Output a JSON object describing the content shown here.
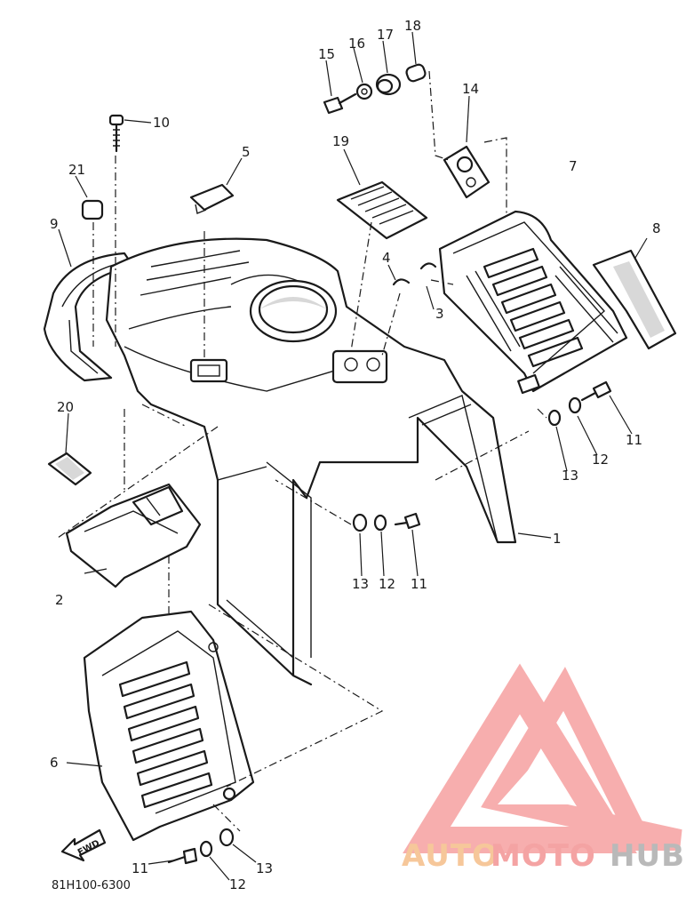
{
  "diagram": {
    "part_code": "81H100-6300",
    "direction_label": "FWD",
    "callouts": {
      "c1": "1",
      "c2": "2",
      "c3": "3",
      "c4": "4",
      "c5": "5",
      "c6": "6",
      "c7": "7",
      "c8": "8",
      "c9": "9",
      "c10": "10",
      "c11a": "11",
      "c11b": "11",
      "c11c": "11",
      "c12a": "12",
      "c12b": "12",
      "c12c": "12",
      "c13a": "13",
      "c13b": "13",
      "c13c": "13",
      "c14": "14",
      "c15": "15",
      "c16": "16",
      "c17": "17",
      "c18": "18",
      "c19": "19",
      "c20": "20",
      "c21": "21"
    }
  },
  "watermark": {
    "brand_part1": "AUTO",
    "brand_part2": "MOTO",
    "brand_part3": "HUB",
    "colors": {
      "part1": "#f6c79a",
      "part2": "#f4a3a3",
      "part3": "#b9b9b9",
      "logo": "#f6a0a0"
    }
  }
}
